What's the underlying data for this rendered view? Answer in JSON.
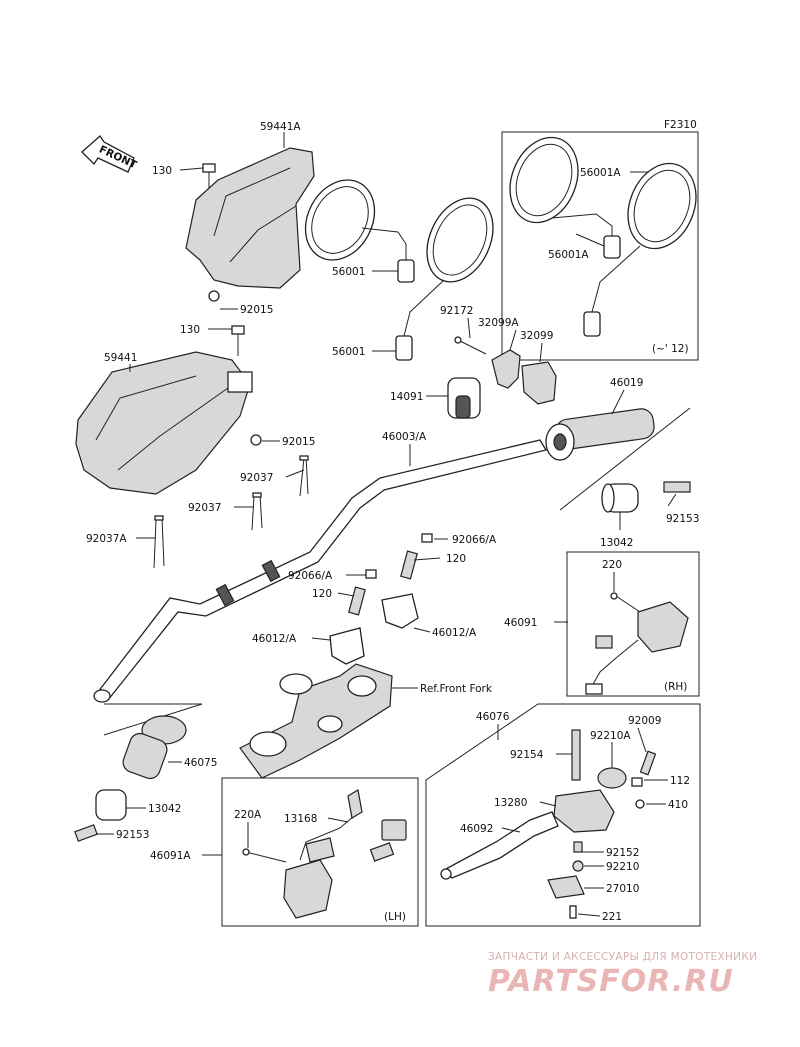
{
  "diagram": {
    "code": "F2310",
    "front_label": "FRONT",
    "part_labels": {
      "p59441A": "59441A",
      "p130a": "130",
      "p92015a": "92015",
      "p130b": "130",
      "p59441": "59441",
      "p92015b": "92015",
      "p92037a": "92037",
      "p92037b": "92037",
      "p92037A": "92037A",
      "p56001a": "56001",
      "p56001b": "56001",
      "p56001A1": "56001A",
      "p56001A2": "56001A",
      "p_to12": "(~' 12)",
      "p92172": "92172",
      "p32099A": "32099A",
      "p32099": "32099",
      "p14091": "14091",
      "p46019": "46019",
      "p46003A": "46003/A",
      "p92153a": "92153",
      "p13042a": "13042",
      "p92066Aa": "92066/A",
      "p120a": "120",
      "p92066Ab": "92066/A",
      "p120b": "120",
      "p46012Aa": "46012/A",
      "p46012Ab": "46012/A",
      "p_ref_fork": "Ref.Front Fork",
      "p220a": "220",
      "p46091": "46091",
      "p_rh": "(RH)",
      "p46075": "46075",
      "p13042b": "13042",
      "p92153b": "92153",
      "p220A": "220A",
      "p13168": "13168",
      "p46091A": "46091A",
      "p_lh": "(LH)",
      "p46076": "46076",
      "p92009": "92009",
      "p92154": "92154",
      "p92210A": "92210A",
      "p112": "112",
      "p13280": "13280",
      "p410": "410",
      "p46092": "46092",
      "p92152": "92152",
      "p92210": "92210",
      "p27010": "27010",
      "p221": "221"
    }
  },
  "watermark": {
    "tagline": "ЗАПЧАСТИ И АКСЕССУАРЫ ДЛЯ МОТОТЕХНИКИ",
    "logo": "PARTSFOR.RU"
  }
}
